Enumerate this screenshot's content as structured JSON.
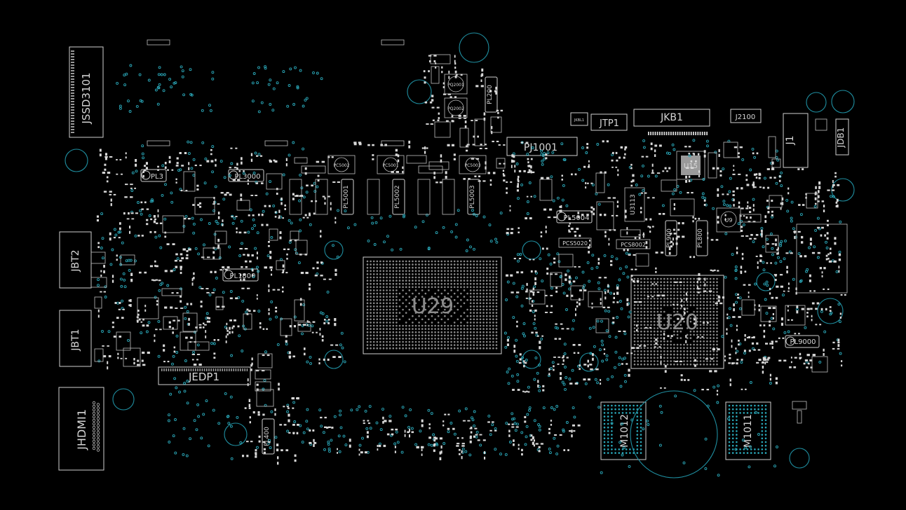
{
  "board": {
    "colors": {
      "background": "#000000",
      "outline": "#cfcfcf",
      "via": "#2aa7b8",
      "hole": "#1f8fa1",
      "silkscreen": "#d6d6d6"
    },
    "chips": {
      "u29": "U29",
      "u20": "U20",
      "m1012": "M1012",
      "m1011": "M1011"
    },
    "connectors": {
      "jssd": "JSSD3101",
      "jhdmi": "JHDMI1",
      "jedp": "JEDP1",
      "jkb": "JKB1",
      "jtp": "JTP1",
      "jdb": "JDB1",
      "j1": "J1",
      "j2100": "J2100",
      "jbt1": "JBT1",
      "jbt2": "JBT2",
      "pj1001": "PJ1001",
      "jkbl": "JKBL1"
    },
    "inductors": {
      "pl3": "PL3",
      "pl3000": "PL3000",
      "pl1800": "PL1800",
      "pl5004": "PL5004",
      "pl9000": "PL9000",
      "pl900x": "PL900",
      "pl800": "PL800",
      "pl200": "PL200",
      "pl400": "PL400",
      "pl5001": "PL5001",
      "pl5002": "PL5002",
      "pl5003": "PL5003"
    },
    "resistors": {
      "pcs5020": "PCS5020",
      "pcs8002": "PCS8002"
    },
    "small": {
      "pq2001": "PQ2001",
      "pq2002": "PQ2002",
      "pc5002": "PC5002",
      "pc5001": "PC5001",
      "pc5003": "PC5003",
      "u3113": "U3113",
      "u15": "U15",
      "u9": "U9"
    }
  }
}
